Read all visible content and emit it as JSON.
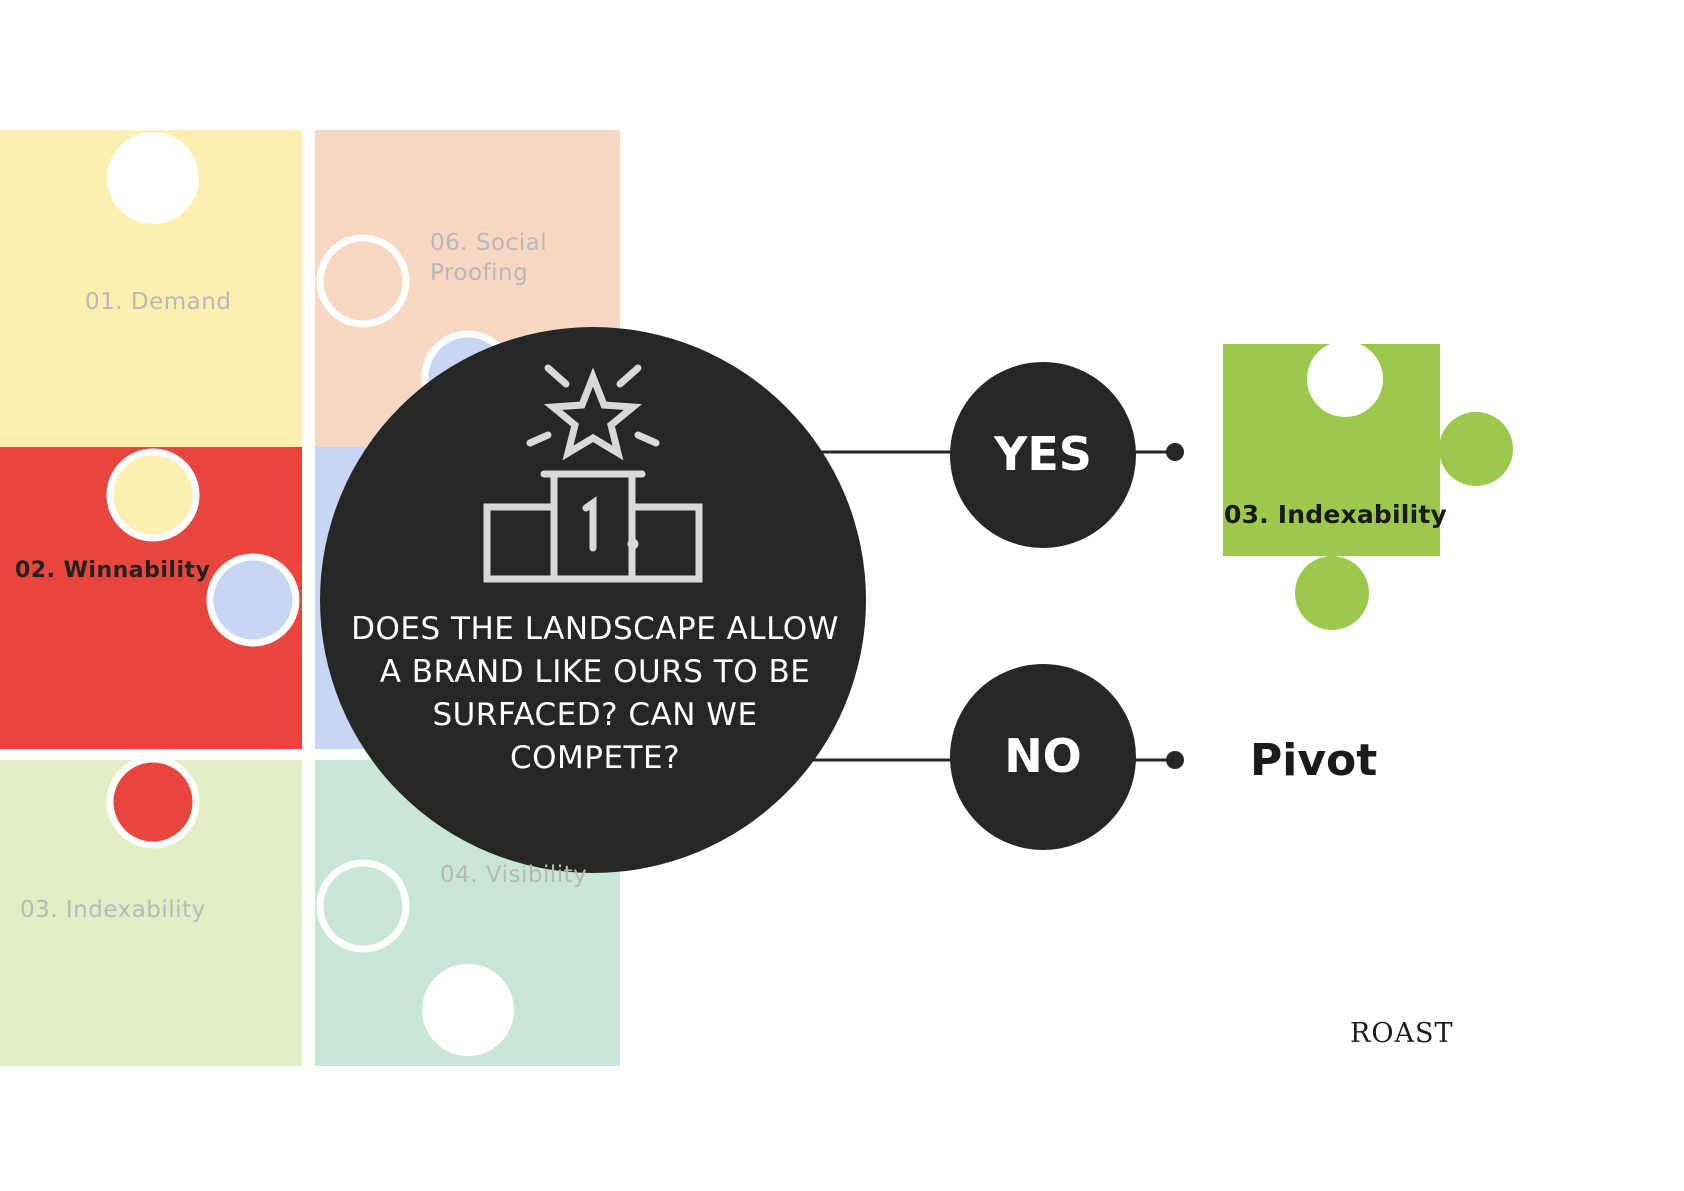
{
  "pieces": {
    "demand": {
      "label": "01. Demand",
      "color": "#fdf0b0"
    },
    "social_proofing": {
      "label": "06. Social Proofing",
      "color": "#f8d7c3"
    },
    "winnability": {
      "label": "02. Winnability",
      "color": "#e8453c"
    },
    "blue": {
      "color": "#c7d6f2"
    },
    "indexability": {
      "label": "03. Indexability",
      "color": "#e3edc6"
    },
    "visibility": {
      "label": "04. Visibility",
      "color": "#c9e7d8"
    }
  },
  "question": {
    "text": "DOES THE LANDSCAPE ALLOW A BRAND LIKE OURS TO BE SURFACED? CAN WE COMPETE?",
    "icon": "podium-star-icon",
    "color": "#262626"
  },
  "answers": {
    "yes": {
      "label": "YES",
      "outcome": "03. Indexability",
      "outcome_color": "#9cc84b"
    },
    "no": {
      "label": "NO",
      "outcome": "Pivot"
    }
  },
  "brand": {
    "logo_text": "ROAST"
  }
}
